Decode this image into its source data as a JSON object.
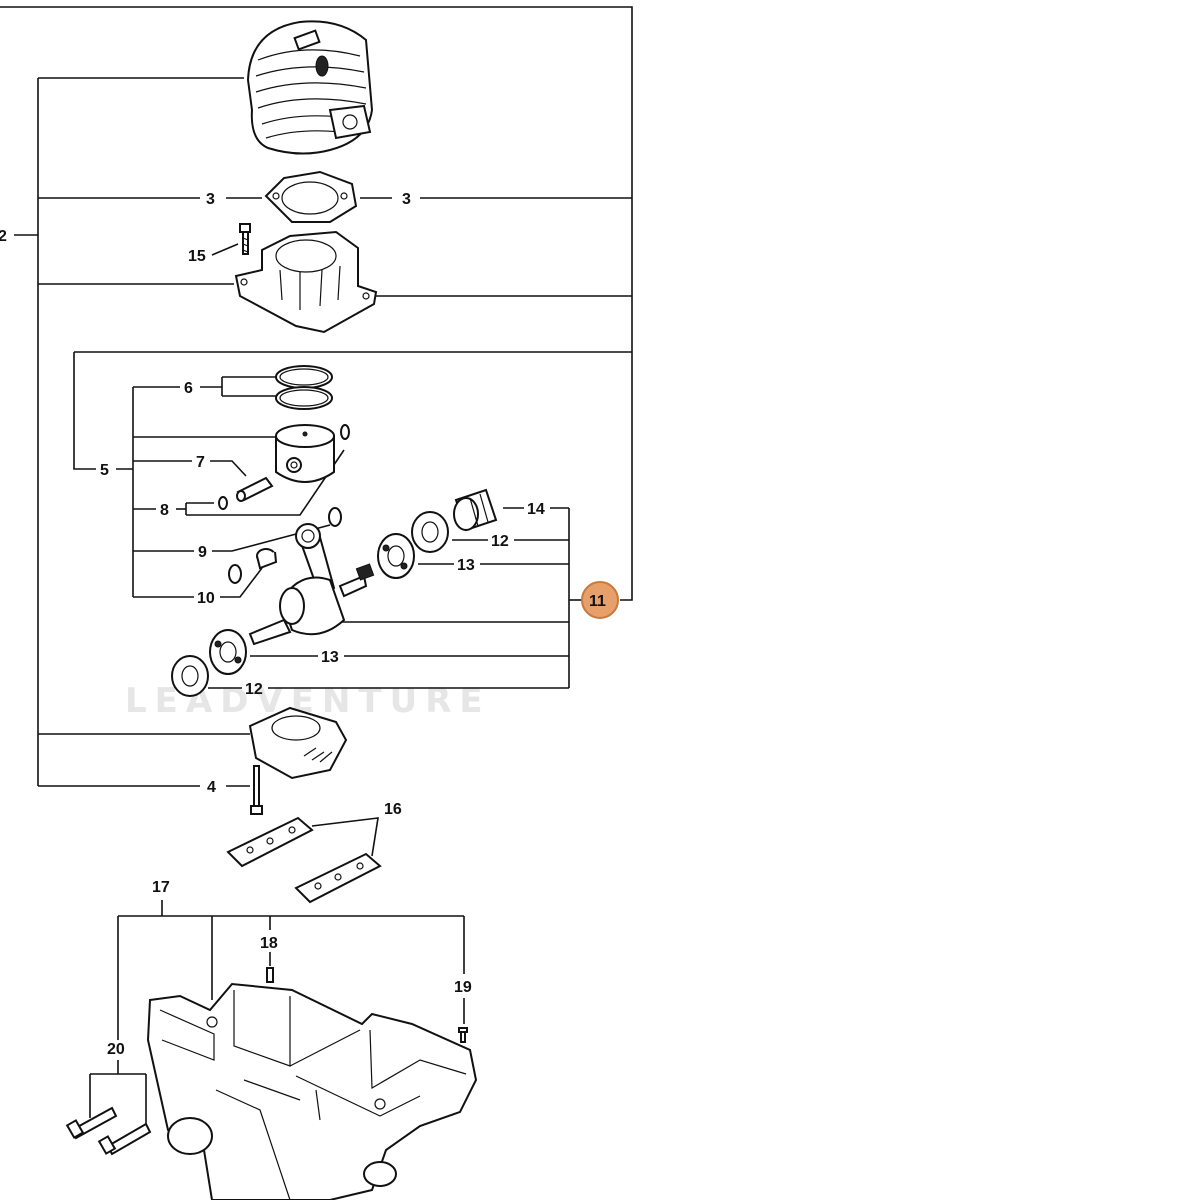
{
  "watermark": "LEADVENTURE",
  "highlight_color": "#e8a06a",
  "callouts": {
    "c2": "2",
    "c3a": "3",
    "c3b": "3",
    "c4": "4",
    "c5": "5",
    "c6": "6",
    "c7": "7",
    "c8": "8",
    "c9": "9",
    "c10": "10",
    "c11": "11",
    "c12a": "12",
    "c12b": "12",
    "c13a": "13",
    "c13b": "13",
    "c14": "14",
    "c15": "15",
    "c16": "16",
    "c17": "17",
    "c18": "18",
    "c19": "19",
    "c20": "20"
  }
}
